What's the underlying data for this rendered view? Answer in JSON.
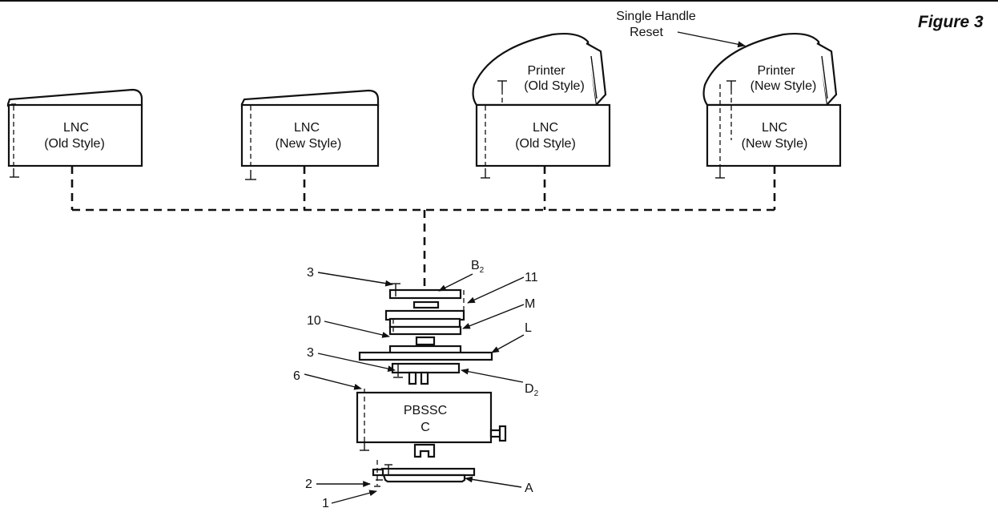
{
  "figure_label": "Figure 3",
  "callout_single_handle": {
    "line1": "Single Handle",
    "line2": "Reset"
  },
  "units": [
    {
      "name": "LNC",
      "style": "(Old Style)"
    },
    {
      "name": "LNC",
      "style": "(New Style)"
    },
    {
      "name": "LNC",
      "style": "(Old Style)",
      "printer": "Printer",
      "printer_style": "(Old Style)"
    },
    {
      "name": "LNC",
      "style": "(New Style)",
      "printer": "Printer",
      "printer_style": "(New Style)"
    }
  ],
  "stack_labels": {
    "b2": "B",
    "b2_sub": "2",
    "d2": "D",
    "d2_sub": "2",
    "n11": "11",
    "m": "M",
    "l": "L",
    "n10": "10",
    "n3a": "3",
    "n3b": "3",
    "n6": "6",
    "n2": "2",
    "n1": "1",
    "a": "A"
  },
  "pbssc": {
    "line1": "PBSSC",
    "line2": "C"
  }
}
